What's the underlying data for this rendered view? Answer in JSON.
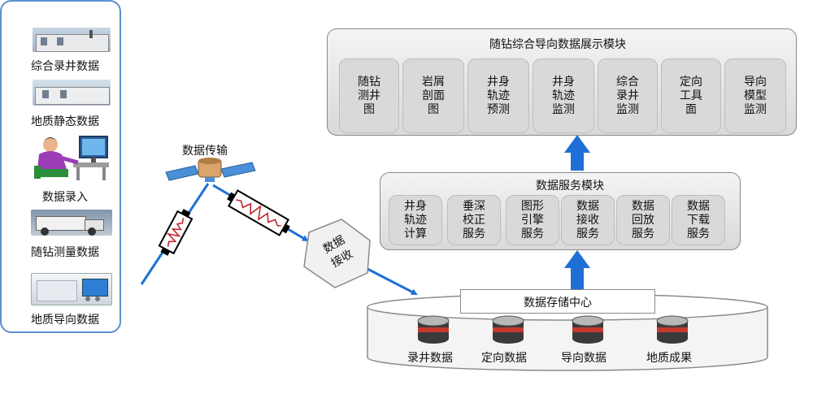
{
  "sources": {
    "items": [
      {
        "label": "综合录井数据"
      },
      {
        "label": "地质静态数据"
      },
      {
        "label": "数据录入"
      },
      {
        "label": "随钻测量数据"
      },
      {
        "label": "地质导向数据"
      }
    ]
  },
  "transfer": {
    "label": "数据传输"
  },
  "receive": {
    "line1": "数据",
    "line2": "接收"
  },
  "display_module": {
    "title": "随钻综合导向数据展示模块",
    "tiles": [
      {
        "lines": [
          "随钻",
          "测井",
          "图"
        ]
      },
      {
        "lines": [
          "岩屑",
          "剖面",
          "图"
        ]
      },
      {
        "lines": [
          "井身",
          "轨迹",
          "预测"
        ]
      },
      {
        "lines": [
          "井身",
          "轨迹",
          "监测"
        ]
      },
      {
        "lines": [
          "综合",
          "录井",
          "监测"
        ]
      },
      {
        "lines": [
          "定向",
          "工具",
          "面"
        ]
      },
      {
        "lines": [
          "导向",
          "模型",
          "监测"
        ]
      }
    ]
  },
  "service_module": {
    "title": "数据服务模块",
    "tiles": [
      {
        "lines": [
          "井身",
          "轨迹",
          "计算"
        ]
      },
      {
        "lines": [
          "垂深",
          "校正",
          "服务"
        ]
      },
      {
        "lines": [
          "图形",
          "引擎",
          "服务"
        ]
      },
      {
        "lines": [
          "数据",
          "接收",
          "服务"
        ]
      },
      {
        "lines": [
          "数据",
          "回放",
          "服务"
        ]
      },
      {
        "lines": [
          "数据",
          "下载",
          "服务"
        ]
      }
    ]
  },
  "storage": {
    "title": "数据存储中心",
    "databases": [
      {
        "label": "录井数据"
      },
      {
        "label": "定向数据"
      },
      {
        "label": "导向数据"
      },
      {
        "label": "地质成果"
      }
    ]
  },
  "colors": {
    "arrow": "#1f6fd6",
    "panel_border": "#5b8fd0",
    "tile_fill": "#d9d9d9"
  }
}
